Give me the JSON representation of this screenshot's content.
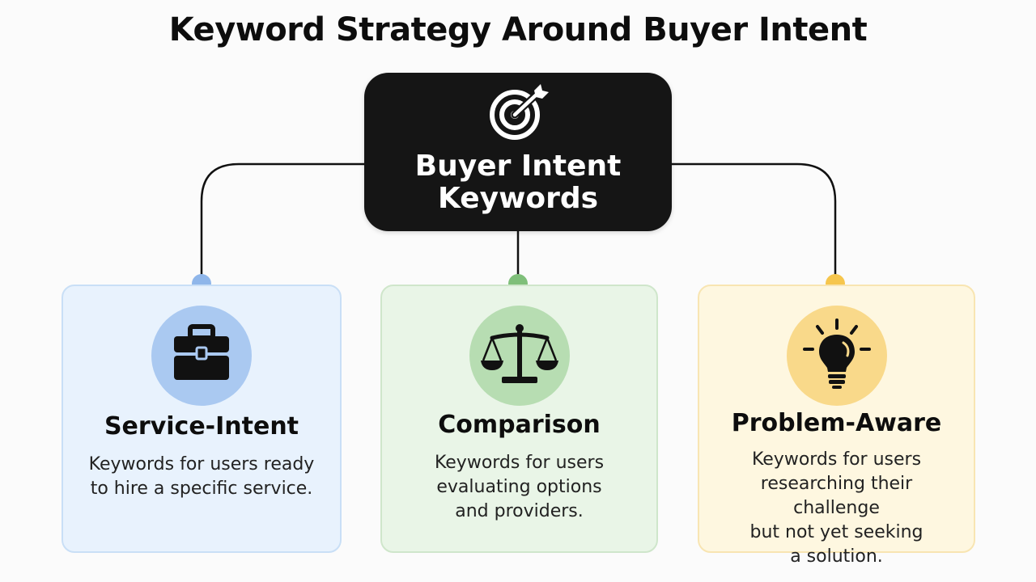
{
  "title": "Keyword Strategy Around Buyer Intent",
  "central": {
    "line1": "Buyer Intent",
    "line2": "Keywords",
    "icon": "target-icon"
  },
  "cards": [
    {
      "title": "Service-Intent",
      "desc_lines": [
        "Keywords for users ready",
        "to hire a specific service."
      ],
      "icon": "briefcase-icon",
      "color": "#aac9f1",
      "dot_color": "#8fb6ea"
    },
    {
      "title": "Comparison",
      "desc_lines": [
        "Keywords for users",
        "evaluating options",
        "and providers."
      ],
      "icon": "scales-icon",
      "color": "#b7ddb2",
      "dot_color": "#7fbf7a"
    },
    {
      "title": "Problem-Aware",
      "desc_lines": [
        "Keywords for users",
        "researching their challenge",
        "but not yet seeking",
        "a solution."
      ],
      "icon": "lightbulb-icon",
      "color": "#f9d98a",
      "dot_color": "#f6c64d"
    }
  ]
}
